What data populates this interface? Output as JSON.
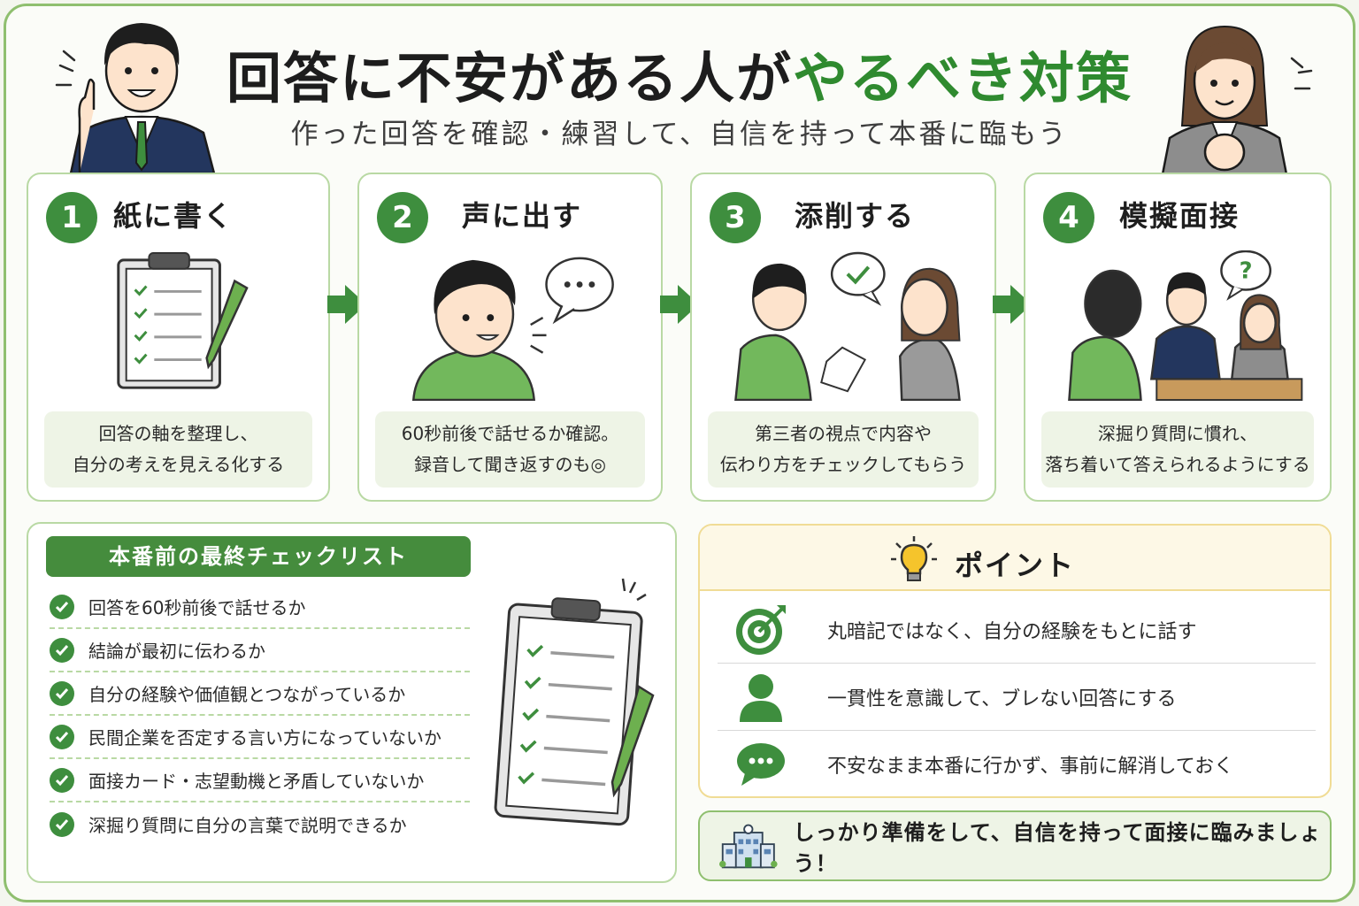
{
  "header": {
    "title_main": "回答に不安がある人が",
    "title_highlight": "やるべき対策",
    "subtitle": "作った回答を確認・練習して、自信を持って本番に臨もう"
  },
  "steps": [
    {
      "number": "1",
      "title": "紙に書く",
      "desc_line1": "回答の軸を整理し、",
      "desc_line2": "自分の考えを見える化する",
      "icon": "clipboard-pen-icon"
    },
    {
      "number": "2",
      "title": "声に出す",
      "desc_line1": "60秒前後で話せるか確認。",
      "desc_line2": "録音して聞き返すのも◎",
      "icon": "speaking-person-icon"
    },
    {
      "number": "3",
      "title": "添削する",
      "desc_line1": "第三者の視点で内容や",
      "desc_line2": "伝わり方をチェックしてもらう",
      "icon": "review-people-icon"
    },
    {
      "number": "4",
      "title": "模擬面接",
      "desc_line1": "深掘り質問に慣れ、",
      "desc_line2": "落ち着いて答えられるようにする",
      "icon": "mock-interview-icon"
    }
  ],
  "checklist": {
    "heading": "本番前の最終チェックリスト",
    "items": [
      "回答を60秒前後で話せるか",
      "結論が最初に伝わるか",
      "自分の経験や価値観とつながっているか",
      "民間企業を否定する言い方になっていないか",
      "面接カード・志望動機と矛盾していないか",
      "深掘り質問に自分の言葉で説明できるか"
    ]
  },
  "points": {
    "heading": "ポイント",
    "items": [
      {
        "text": "丸暗記ではなく、自分の経験をもとに話す",
        "icon": "target-icon"
      },
      {
        "text": "一貫性を意識して、ブレない回答にする",
        "icon": "person-icon"
      },
      {
        "text": "不安なまま本番に行かず、事前に解消しておく",
        "icon": "chat-bubble-icon"
      }
    ]
  },
  "banner": {
    "text": "しっかり準備をして、自信を持って面接に臨みましょう！",
    "icon": "city-hall-icon"
  },
  "colors": {
    "accent": "#3e8e3e",
    "highlight": "#2f8a2f",
    "card_border": "#b9d9a4",
    "point_border": "#f0dc95"
  }
}
